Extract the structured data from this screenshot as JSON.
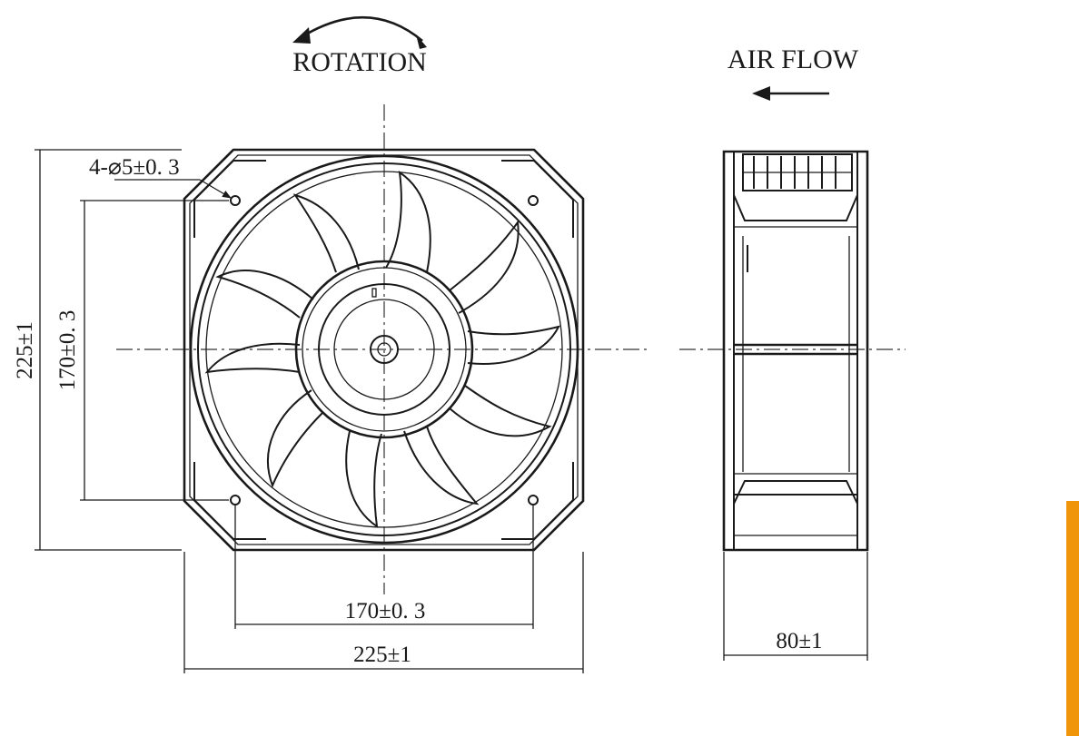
{
  "labels": {
    "rotation": "ROTATION",
    "airflow": "AIR FLOW",
    "holes": "4-⌀5±0. 3",
    "hole_pitch_v": "170±0. 3",
    "outer_v": "225±1",
    "hole_pitch_h": "170±0. 3",
    "outer_h": "225±1",
    "depth": "80±1"
  },
  "colors": {
    "line": "#1a1a1a",
    "accent": "#f0940a"
  }
}
